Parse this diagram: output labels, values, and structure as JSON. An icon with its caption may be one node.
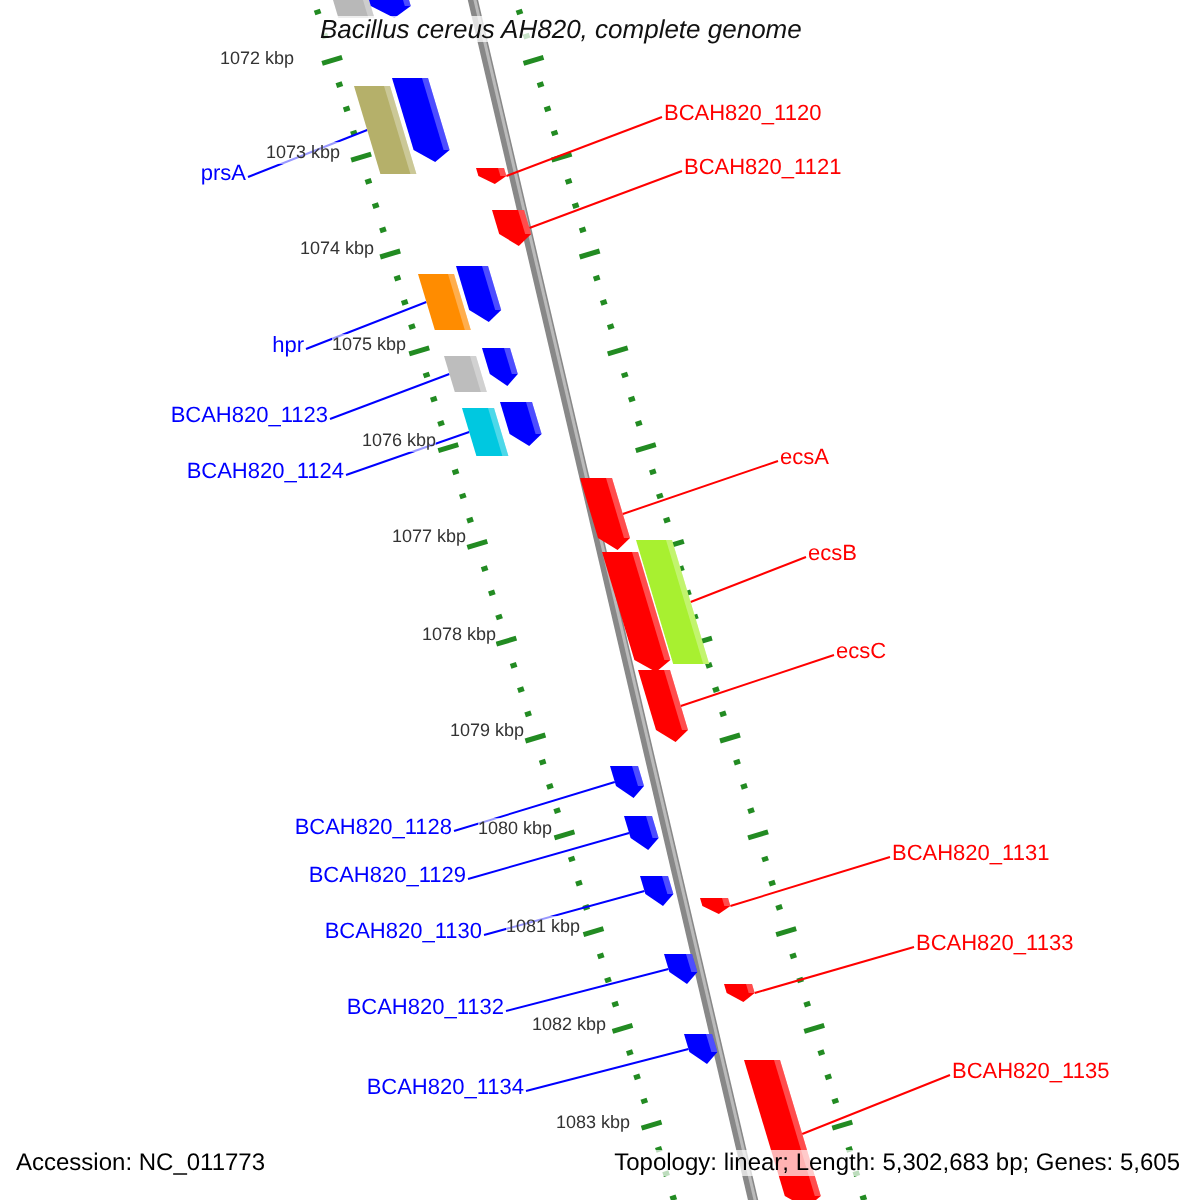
{
  "diagram": {
    "title": "Bacillus cereus AH820, complete genome",
    "nodes": [
      {
        "text": [
          "prsA"
        ]
      },
      {
        "text": [
          "hpr"
        ]
      },
      {
        "text": [
          "BCAH820_1123"
        ]
      },
      {
        "text": [
          "BCAH820_1124"
        ]
      },
      {
        "text": [
          "BCAH820_1128"
        ]
      },
      {
        "text": [
          "BCAH820_1129"
        ]
      },
      {
        "text": [
          "BCAH820_1130"
        ]
      },
      {
        "text": [
          "BCAH820_1132"
        ]
      },
      {
        "text": [
          "BCAH820_1134"
        ]
      },
      {
        "text": [
          "BCAH820_1120"
        ]
      },
      {
        "text": [
          "BCAH820_1121"
        ]
      },
      {
        "text": [
          "ecsA"
        ]
      },
      {
        "text": [
          "ecsB"
        ]
      },
      {
        "text": [
          "ecsC"
        ]
      },
      {
        "text": [
          "BCAH820_1131"
        ]
      },
      {
        "text": [
          "BCAH820_1133"
        ]
      },
      {
        "text": [
          "BCAH820_1135"
        ]
      },
      {
        "text": [],
        "shape": "bar"
      },
      {
        "text": [],
        "shape": "arrow"
      },
      {
        "text": [],
        "shape": "bar"
      },
      {
        "text": [],
        "shape": "arrow"
      },
      {
        "text": [],
        "shape": "arrow"
      },
      {
        "text": [],
        "shape": "arrow"
      },
      {
        "text": [],
        "shape": "bar"
      },
      {
        "text": [],
        "shape": "arrow"
      },
      {
        "text": [],
        "shape": "bar"
      },
      {
        "text": [],
        "shape": "arrow"
      },
      {
        "text": [],
        "shape": "bar"
      },
      {
        "text": [],
        "shape": "arrow"
      },
      {
        "text": [],
        "shape": "arrow"
      },
      {
        "text": [],
        "shape": "arrow"
      },
      {
        "text": [],
        "shape": "bar"
      },
      {
        "text": [],
        "shape": "arrow"
      },
      {
        "text": [],
        "shape": "arrow"
      },
      {
        "text": [],
        "shape": "arrow"
      },
      {
        "text": [],
        "shape": "arrow"
      },
      {
        "text": [],
        "shape": "arrow"
      },
      {
        "text": [],
        "shape": "arrow"
      },
      {
        "text": [],
        "shape": "arrow"
      },
      {
        "text": [],
        "shape": "arrow"
      },
      {
        "text": [],
        "shape": "arrow"
      }
    ],
    "edges": [
      {
        "from": 0,
        "to": 19,
        "arrow": "none"
      },
      {
        "from": 1,
        "to": 23,
        "arrow": "none"
      },
      {
        "from": 2,
        "to": 25,
        "arrow": "none"
      },
      {
        "from": 3,
        "to": 27,
        "arrow": "none"
      },
      {
        "from": 4,
        "to": 33,
        "arrow": "none"
      },
      {
        "from": 5,
        "to": 34,
        "arrow": "none"
      },
      {
        "from": 6,
        "to": 35,
        "arrow": "none"
      },
      {
        "from": 7,
        "to": 37,
        "arrow": "none"
      },
      {
        "from": 8,
        "to": 39,
        "arrow": "none"
      },
      {
        "from": 9,
        "to": 21,
        "arrow": "none",
        "color": "#ff0000"
      },
      {
        "from": 10,
        "to": 22,
        "arrow": "none",
        "color": "#ff0000"
      },
      {
        "from": 11,
        "to": 29,
        "arrow": "none",
        "color": "#ff0000"
      },
      {
        "from": 12,
        "to": 31,
        "arrow": "none",
        "color": "#ff0000"
      },
      {
        "from": 13,
        "to": 32,
        "arrow": "none",
        "color": "#ff0000"
      },
      {
        "from": 14,
        "to": 36,
        "arrow": "none",
        "color": "#ff0000"
      },
      {
        "from": 15,
        "to": 38,
        "arrow": "none",
        "color": "#ff0000"
      },
      {
        "from": 16,
        "to": 40,
        "arrow": "none",
        "color": "#ff0000"
      }
    ],
    "labels": [
      "1072 kbp",
      "1073 kbp",
      "1074 kbp",
      "1075 kbp",
      "1076 kbp",
      "1077 kbp",
      "1078 kbp",
      "1079 kbp",
      "1080 kbp",
      "1081 kbp",
      "1082 kbp",
      "1083 kbp",
      "Accession: NC_011773",
      "Topology: linear; Length: 5,302,683 bp; Genes: 5,605"
    ]
  }
}
